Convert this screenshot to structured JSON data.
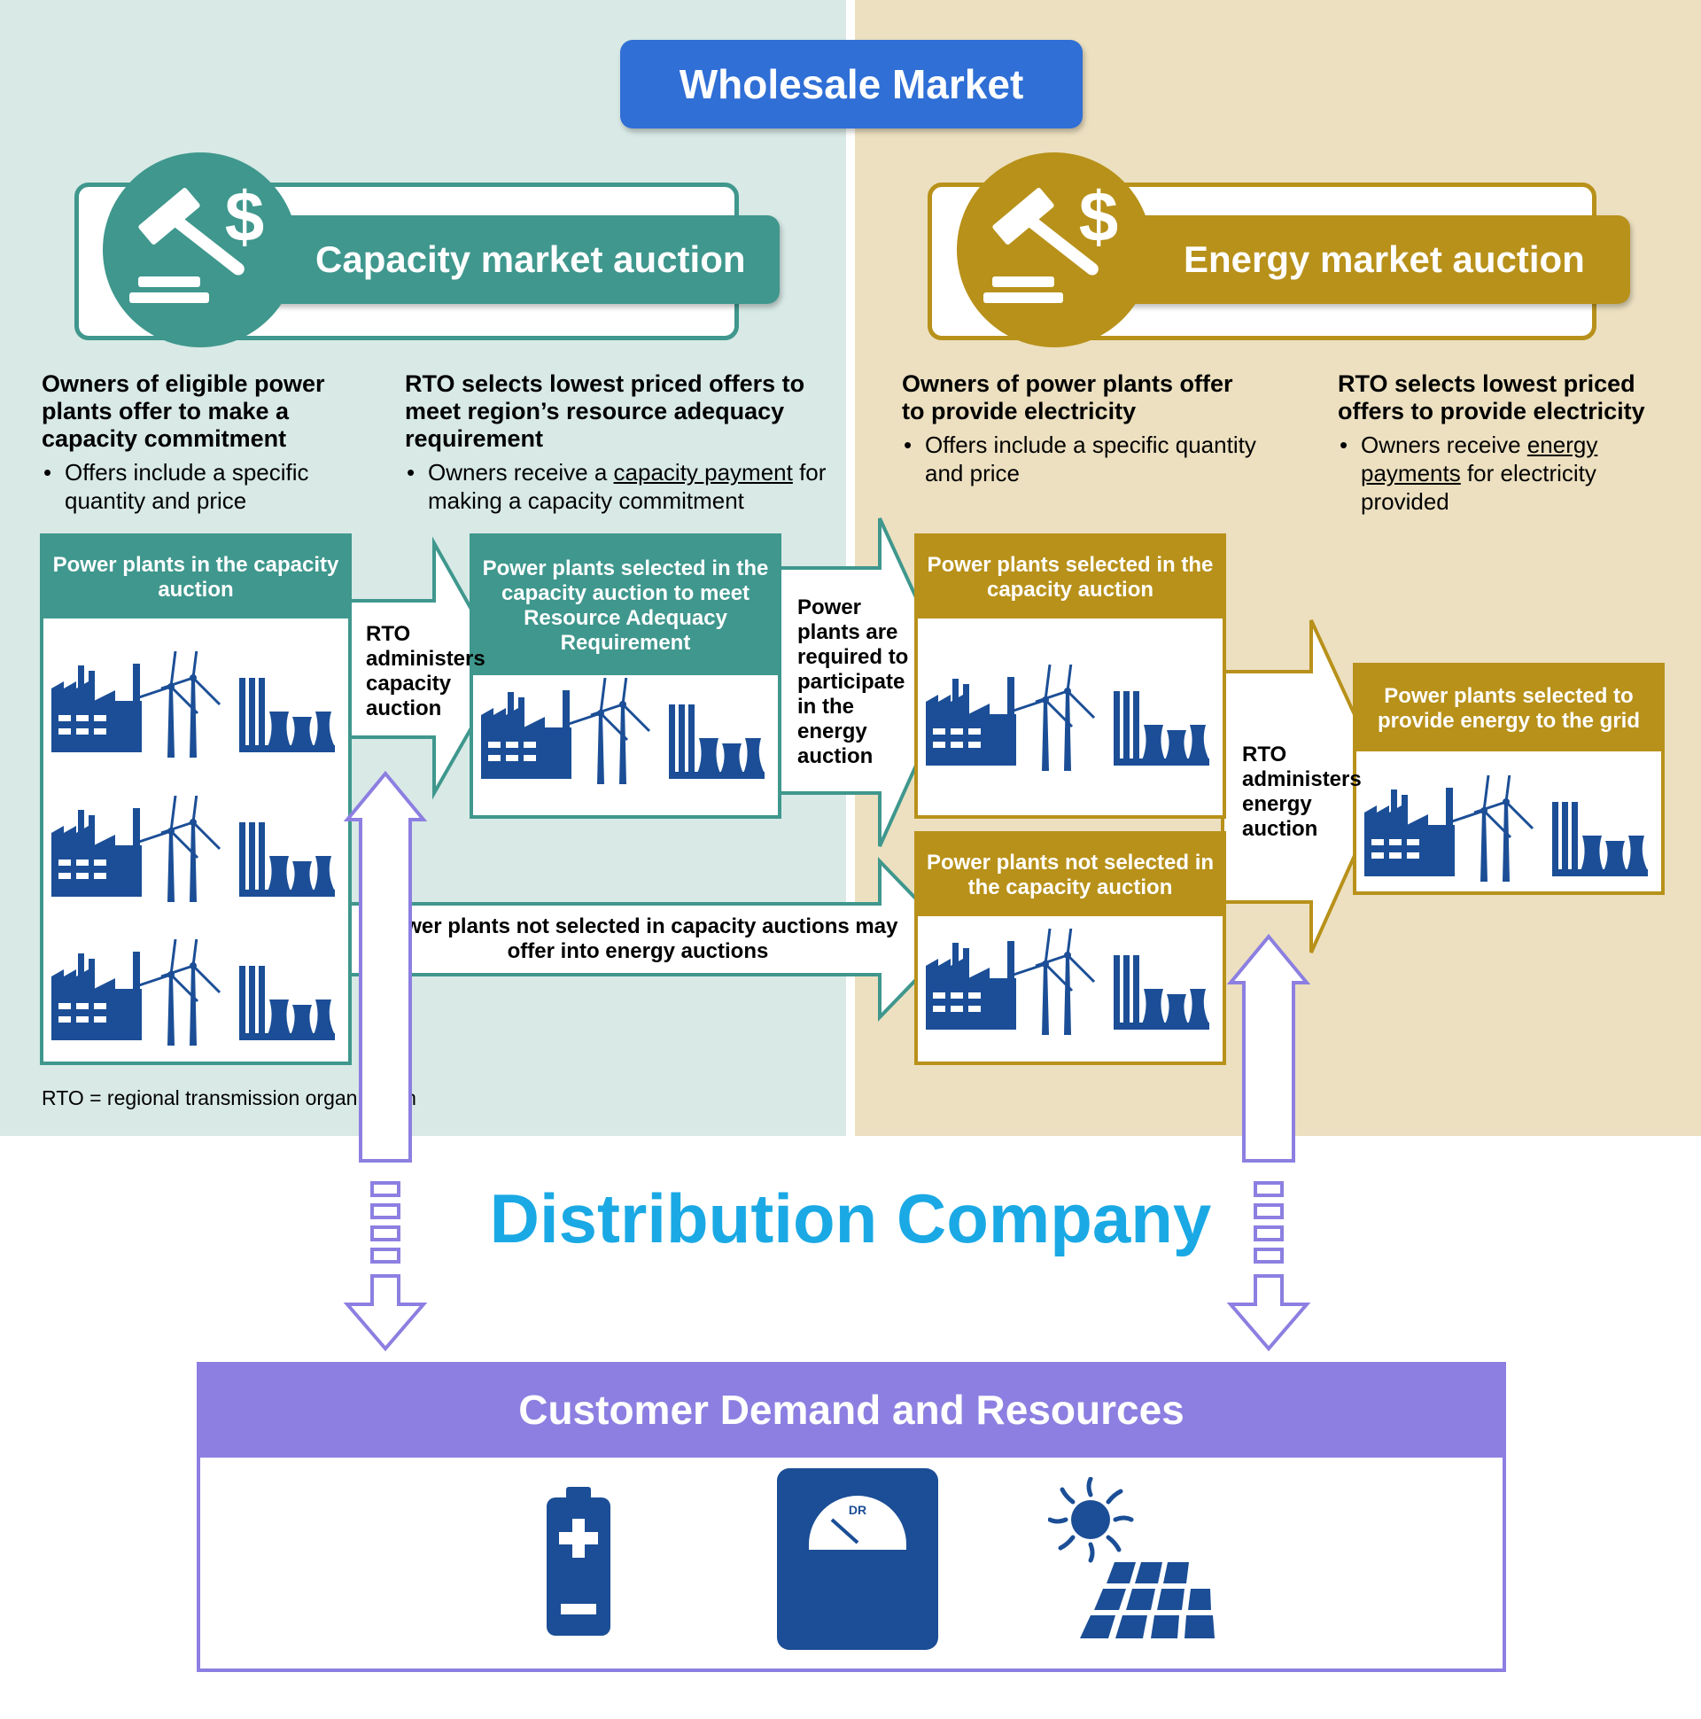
{
  "colors": {
    "teal": "#3f978d",
    "gold": "#b8911a",
    "blue": "#1b4e96",
    "purple": "#8c7fe1",
    "wholesale_blue": "#2f6fd6",
    "distribution_cyan": "#1aa9e4"
  },
  "wholesale_title": "Wholesale Market",
  "capacity": {
    "title": "Capacity market auction",
    "icon": "gavel-dollar-icon",
    "step1": {
      "head": "Owners of eligible power plants offer to make a capacity commitment",
      "bullet": "Offers include a specific quantity and price"
    },
    "step2": {
      "head": "RTO selects lowest priced offers to meet region’s resource adequacy requirement",
      "bullet_pre": "Owners receive a ",
      "bullet_link": "capacity payment",
      "bullet_post": " for making a capacity commitment"
    },
    "box1_title": "Power plants in the capacity auction",
    "arrow1_text": "RTO administers capacity auction",
    "box2_title": "Power plants selected in the capacity auction to meet Resource Adequacy Requirement",
    "arrow2_text": "Power plants are required to participate in the energy auction",
    "bottom_arrow_text": "Power plants not selected in capacity auctions may offer into energy auctions"
  },
  "energy": {
    "title": "Energy market auction",
    "icon": "gavel-dollar-icon",
    "step1": {
      "head": "Owners of power plants offer to provide electricity",
      "bullet": "Offers include a specific quantity and price"
    },
    "step2": {
      "head": "RTO selects lowest priced offers to provide electricity",
      "bullet_pre": "Owners receive ",
      "bullet_link": "energy payments",
      "bullet_post": " for electricity provided"
    },
    "box3_title": "Power plants selected in the capacity auction",
    "box4_title": "Power plants not selected in the capacity auction",
    "arrow3_text": "RTO administers energy auction",
    "box5_title": "Power plants selected to provide energy to the grid"
  },
  "footnote": "RTO = regional transmission organization",
  "distribution_title": "Distribution Company",
  "customer": {
    "title": "Customer Demand and Resources",
    "icons": [
      "battery-icon",
      "demand-response-meter-icon",
      "solar-panel-icon"
    ],
    "meter_label": "DR"
  },
  "plant_icons": [
    "factory-icon",
    "wind-turbine-icon",
    "power-plant-cooling-towers-icon"
  ]
}
